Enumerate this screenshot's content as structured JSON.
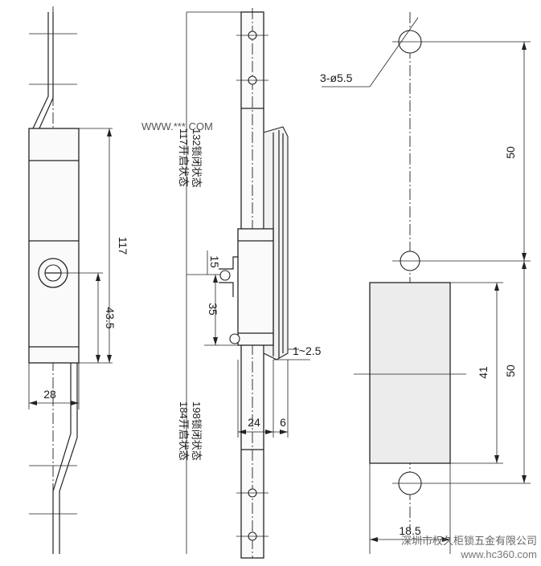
{
  "watermark": "WWW.***.COM",
  "left_view": {
    "dim_height": "117",
    "dim_keyhole": "43.5",
    "dim_width": "28"
  },
  "middle_view": {
    "note_top_line1": "132锁闭状态",
    "note_top_line2": "117开启状态",
    "note_bottom_line1": "198锁闭状态",
    "note_bottom_line2": "184开启状态",
    "dim_15": "15",
    "dim_35": "35",
    "dim_gap": "1~2.5",
    "dim_24": "24",
    "dim_6": "6"
  },
  "right_view": {
    "hole_spec": "3-ø5.5",
    "dim_upper_pitch": "50",
    "dim_lower_pitch": "50",
    "dim_cutout_height": "41",
    "dim_cutout_width": "18.5"
  },
  "footer": {
    "company": "深圳市权久柜锁五金有限公司",
    "url": "www.hc360.com"
  }
}
